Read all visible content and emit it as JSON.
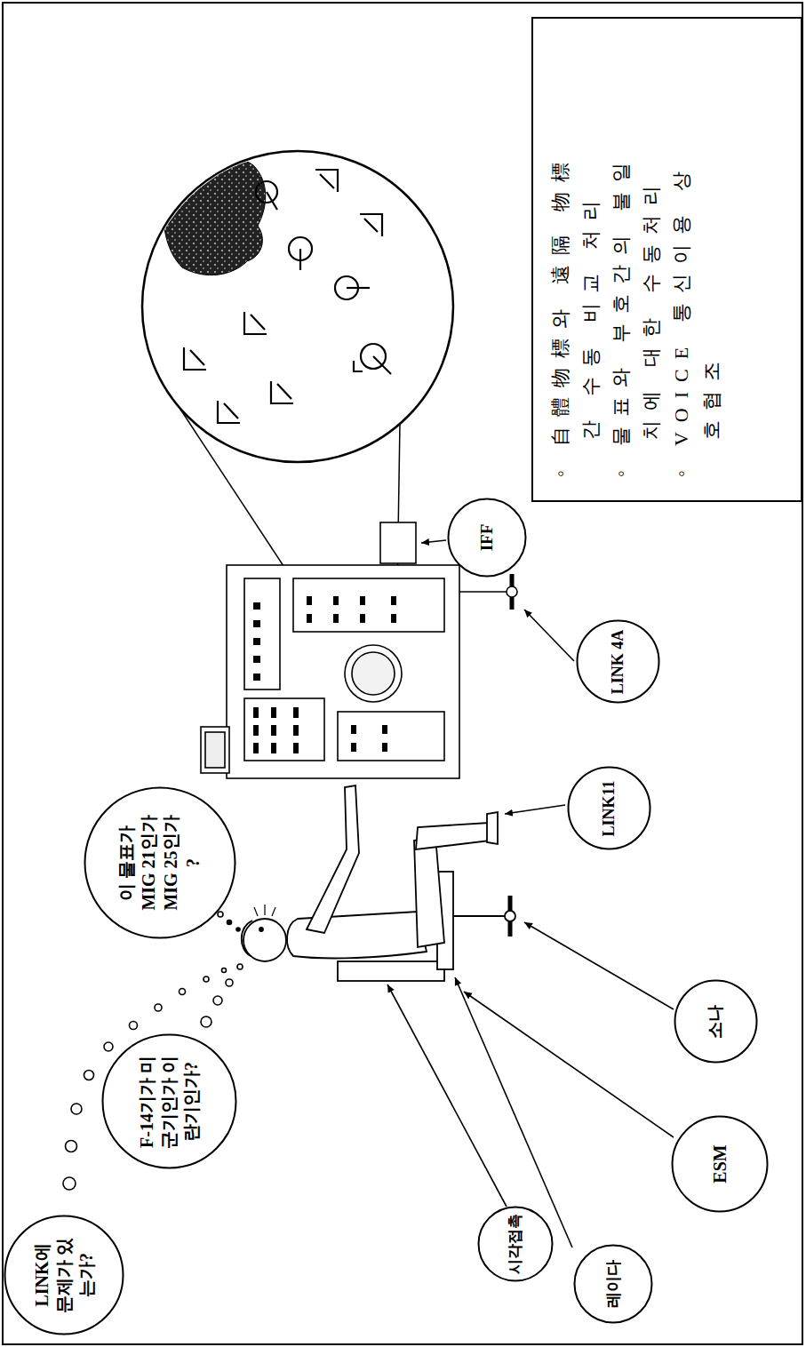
{
  "diagram": {
    "nodes": [
      {
        "text": [
          "LINK에 문제가 있 는가?"
        ]
      },
      {
        "text": [
          "F-14기가 미군기인가 이란기인가?"
        ]
      },
      {
        "text": [
          "이 물표가 MIG 21인가 MIG 25인가 ?"
        ]
      },
      {
        "text": [
          "IFF"
        ]
      },
      {
        "text": [
          "LINK 4A"
        ]
      },
      {
        "text": [
          "LINK11"
        ]
      },
      {
        "text": [
          "소나"
        ]
      },
      {
        "text": [
          "ESM"
        ]
      },
      {
        "text": [
          "레이다"
        ]
      },
      {
        "text": [
          "시각접촉"
        ]
      },
      {
        "text": [
          "◦ 自體物標와 遠隔 物標간 수동 비교 처리",
          "◦ 물표와 부호간의 불일치에 대한 수동처리",
          "◦ VOICE 통신이용 상호협조"
        ]
      }
    ]
  }
}
